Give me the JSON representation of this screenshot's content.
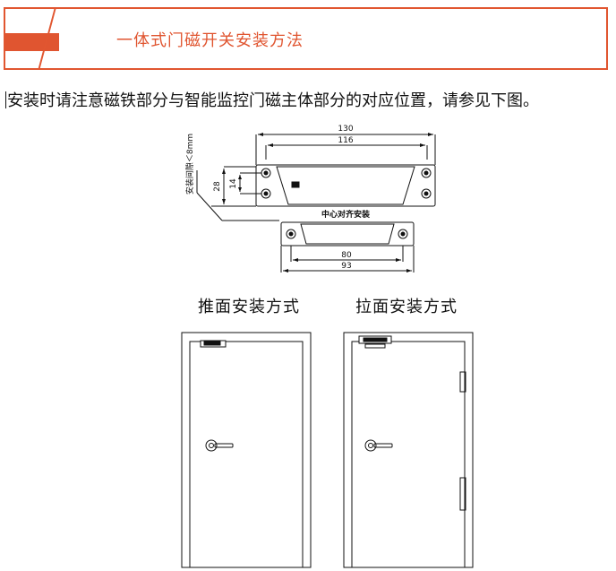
{
  "header": {
    "title": "一体式门磁开关安装方法"
  },
  "intro": {
    "text": "安装时请注意磁铁部分与智能监控门磁主体部分的对应位置，请参见下图。"
  },
  "diagram": {
    "dim_130": "130",
    "dim_116": "116",
    "dim_80": "80",
    "dim_93": "93",
    "dim_28": "28",
    "dim_14": "14",
    "gap_label": "安装间隙＜8mm",
    "center_label": "中心对齐安装"
  },
  "captions": {
    "push": "推面安装方式",
    "pull": "拉面安装方式"
  },
  "colors": {
    "accent": "#e05530",
    "line": "#111111"
  }
}
